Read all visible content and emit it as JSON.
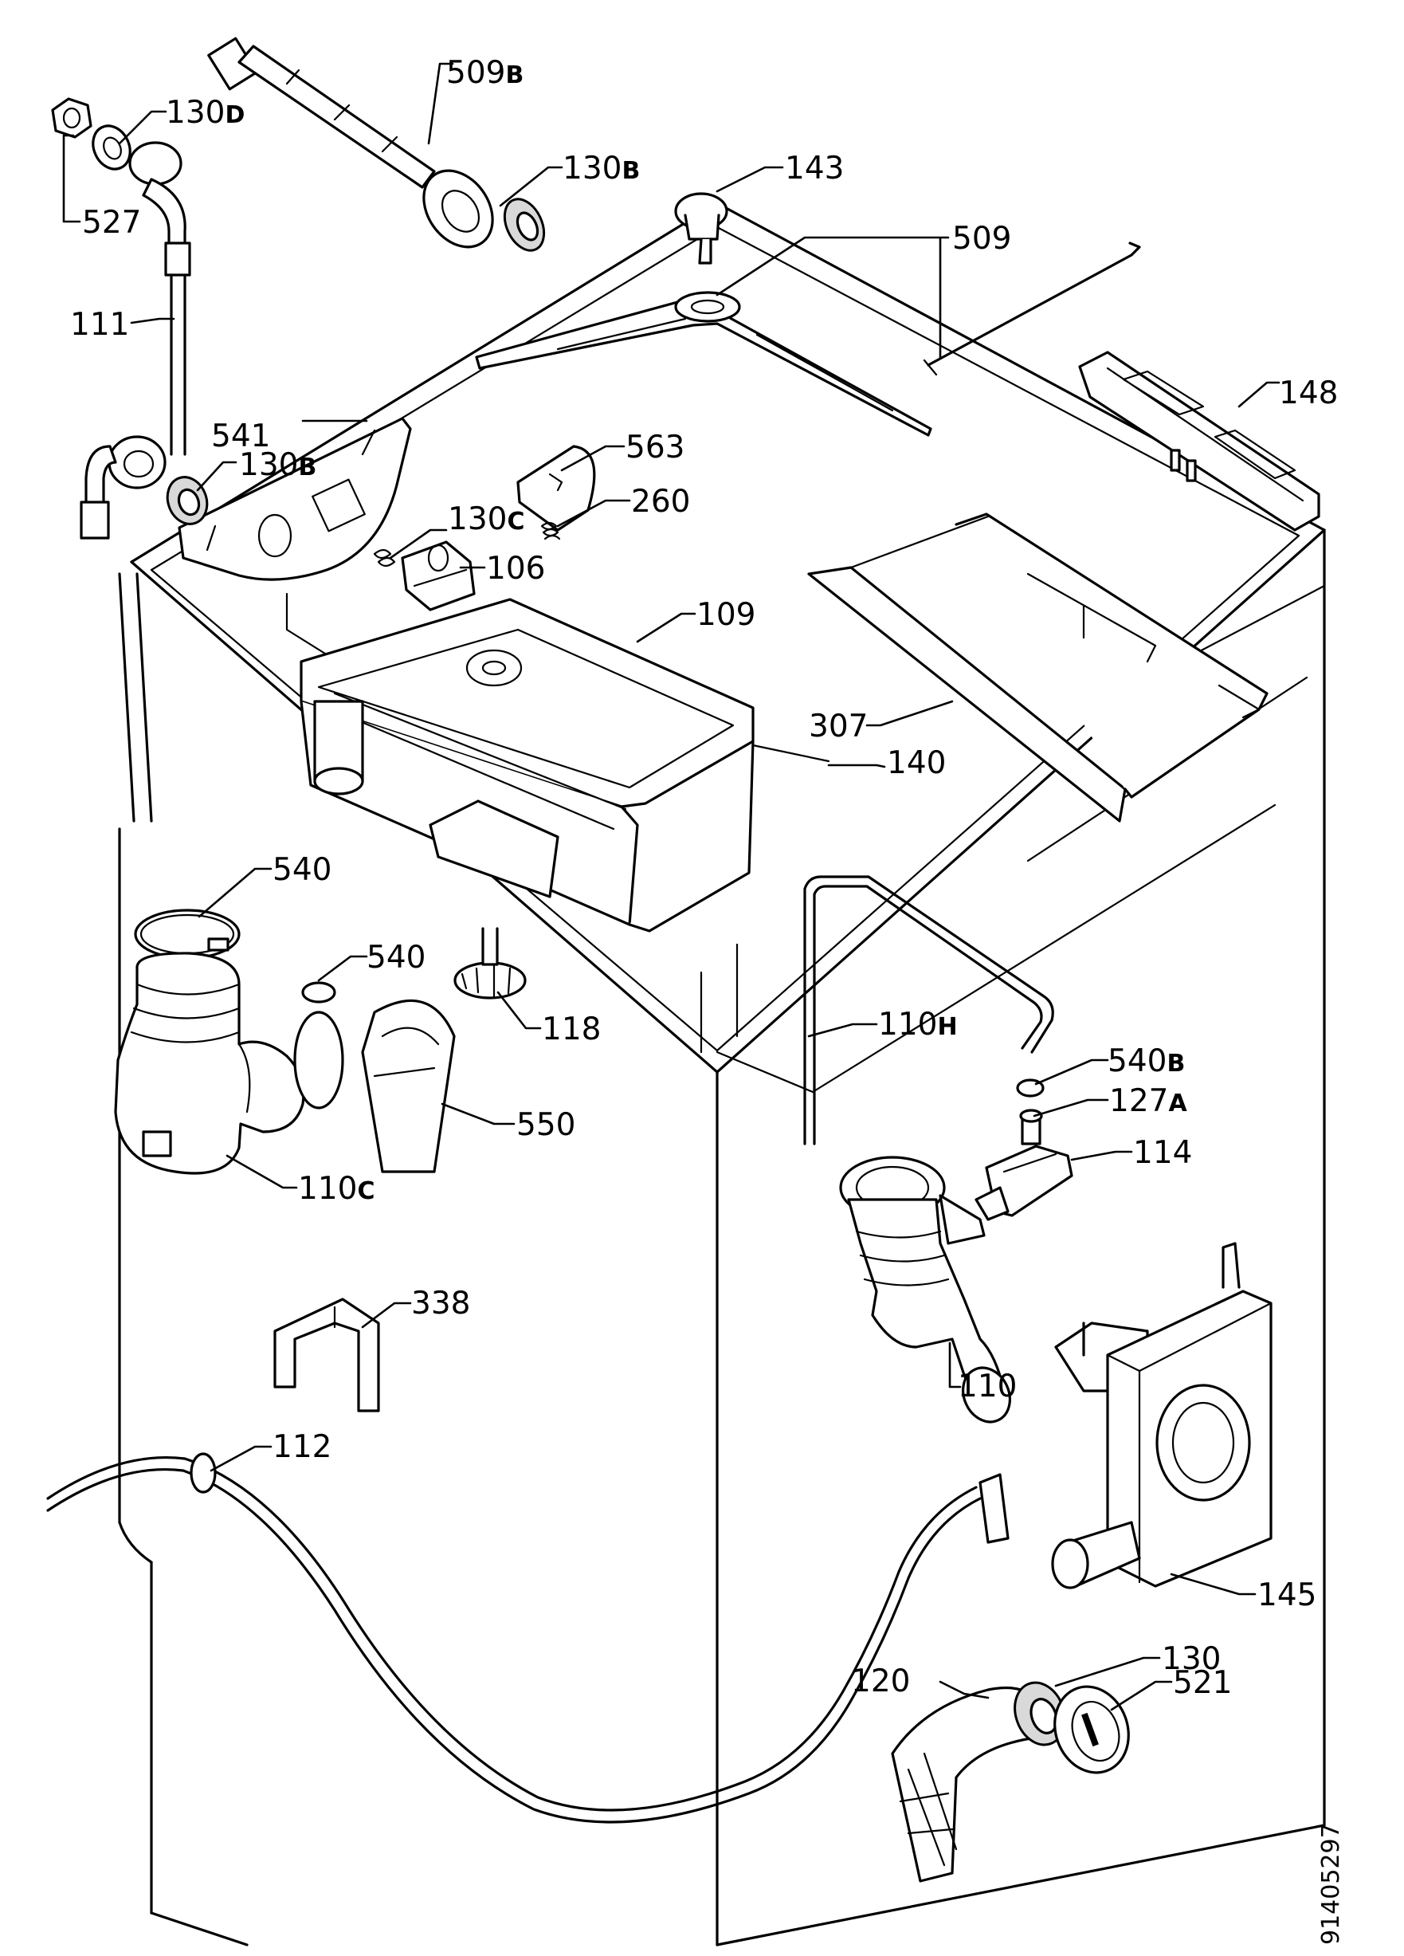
{
  "labels": {
    "p509b": {
      "num": "509",
      "suf": "B"
    },
    "p130d": {
      "num": "130",
      "suf": "D"
    },
    "p527": {
      "num": "527",
      "suf": ""
    },
    "p130b_top": {
      "num": "130",
      "suf": "B"
    },
    "p143": {
      "num": "143",
      "suf": ""
    },
    "p509": {
      "num": "509",
      "suf": ""
    },
    "p111": {
      "num": "111",
      "suf": ""
    },
    "p148": {
      "num": "148",
      "suf": ""
    },
    "p541": {
      "num": "541",
      "suf": ""
    },
    "p130b_mid": {
      "num": "130",
      "suf": "B"
    },
    "p563": {
      "num": "563",
      "suf": ""
    },
    "p260": {
      "num": "260",
      "suf": ""
    },
    "p130c": {
      "num": "130",
      "suf": "C"
    },
    "p106": {
      "num": "106",
      "suf": ""
    },
    "p109": {
      "num": "109",
      "suf": ""
    },
    "p307": {
      "num": "307",
      "suf": ""
    },
    "p140": {
      "num": "140",
      "suf": ""
    },
    "p540_a": {
      "num": "540",
      "suf": ""
    },
    "p540_b": {
      "num": "540",
      "suf": ""
    },
    "p118": {
      "num": "118",
      "suf": ""
    },
    "p110h": {
      "num": "110",
      "suf": "H"
    },
    "p540b": {
      "num": "540",
      "suf": "B"
    },
    "p127a": {
      "num": "127",
      "suf": "A"
    },
    "p550": {
      "num": "550",
      "suf": ""
    },
    "p114": {
      "num": "114",
      "suf": ""
    },
    "p110c": {
      "num": "110",
      "suf": "C"
    },
    "p338": {
      "num": "338",
      "suf": ""
    },
    "p110": {
      "num": "110",
      "suf": ""
    },
    "p112": {
      "num": "112",
      "suf": ""
    },
    "p145": {
      "num": "145",
      "suf": ""
    },
    "p130": {
      "num": "130",
      "suf": ""
    },
    "p120": {
      "num": "120",
      "suf": ""
    },
    "p521": {
      "num": "521",
      "suf": ""
    }
  },
  "document_id": "91405297"
}
